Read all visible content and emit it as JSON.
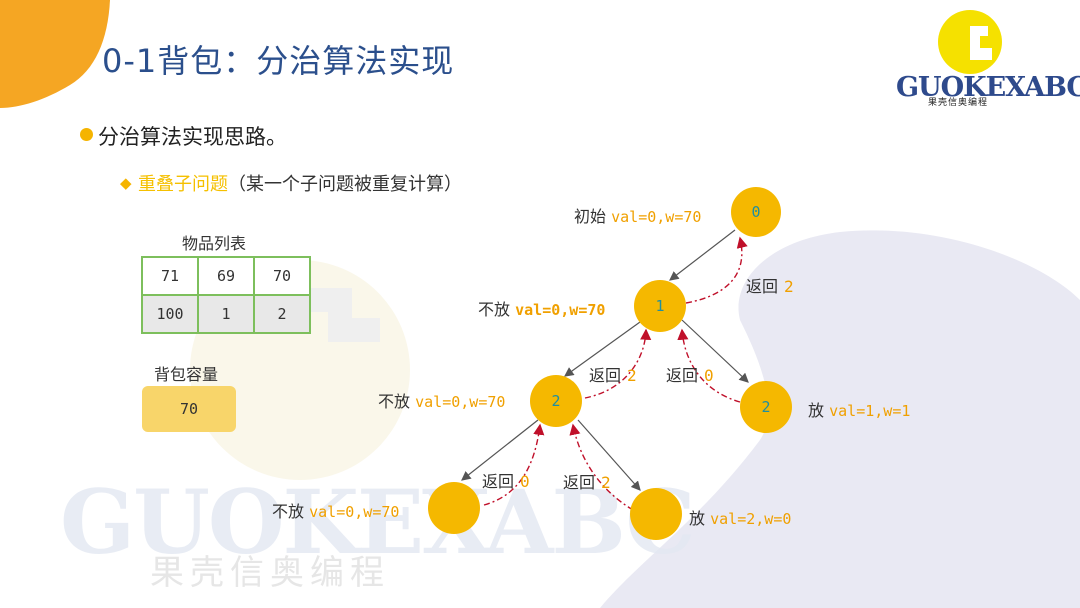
{
  "slide": {
    "title": "0-1背包：分治算法实现",
    "bullet": "分治算法实现思路。",
    "sub_highlight": "重叠子问题",
    "sub_rest": "（某一个子问题被重复计算）",
    "sub_marker": "◆"
  },
  "logo": {
    "text": "GUOKEXABC",
    "subtitle": "果壳信奥编程"
  },
  "items_table": {
    "caption": "物品列表",
    "rows": [
      [
        "71",
        "69",
        "70"
      ],
      [
        "100",
        "1",
        "2"
      ]
    ]
  },
  "capacity": {
    "caption": "背包容量",
    "value": "70"
  },
  "tree": {
    "nodes": [
      {
        "id": "n0",
        "text": "0",
        "action": "初始",
        "state": "val=0,w=70"
      },
      {
        "id": "n1",
        "text": "1",
        "action": "不放",
        "state": "val=0,w=70"
      },
      {
        "id": "n2a",
        "text": "2",
        "action": "不放",
        "state": "val=0,w=70"
      },
      {
        "id": "n2b",
        "text": "2",
        "action": "放",
        "state": "val=1,w=1"
      },
      {
        "id": "n3a",
        "text": "",
        "action": "不放",
        "state": "val=0,w=70"
      },
      {
        "id": "n3b",
        "text": "",
        "action": "放",
        "state": "val=2,w=0"
      }
    ],
    "returns": [
      {
        "label": "返回",
        "value": "2"
      },
      {
        "label": "返回",
        "value": "2"
      },
      {
        "label": "返回",
        "value": "0"
      },
      {
        "label": "返回",
        "value": "0"
      },
      {
        "label": "返回",
        "value": "2"
      }
    ]
  },
  "colors": {
    "accent": "#f5b800",
    "title": "#2b4f8c",
    "return_arrow": "#c0102a",
    "table_border": "#7dbf5c"
  }
}
